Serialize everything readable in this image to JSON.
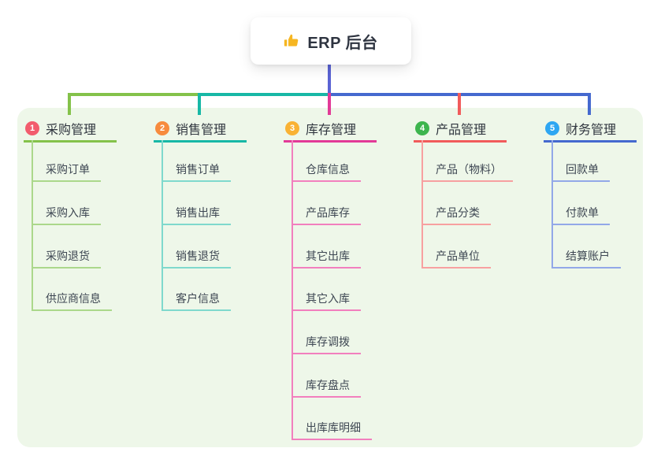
{
  "root": {
    "icon": "thumbs-up",
    "icon_color": "#f6b622",
    "title": "ERP 后台"
  },
  "colors": {
    "canvas_bg": "#ffffff",
    "panel_bg": "#eef7e9",
    "trunk_line": "#5a63d4",
    "root_text": "#2e3440",
    "item_text": "#3e4753"
  },
  "branches": [
    {
      "num": "1",
      "label": "采购管理",
      "circle_color": "#f25c6d",
      "line_color": "#84c24a",
      "item_line_color": "#abd88b",
      "items": [
        "采购订单",
        "采购入库",
        "采购退货",
        "供应商信息"
      ]
    },
    {
      "num": "2",
      "label": "销售管理",
      "circle_color": "#f78b3d",
      "line_color": "#17b8a6",
      "item_line_color": "#7fd9cd",
      "items": [
        "销售订单",
        "销售出库",
        "销售退货",
        "客户信息"
      ]
    },
    {
      "num": "3",
      "label": "库存管理",
      "circle_color": "#f9b234",
      "line_color": "#e23a97",
      "item_line_color": "#f27fbe",
      "items": [
        "仓库信息",
        "产品库存",
        "其它出库",
        "其它入库",
        "库存调拨",
        "库存盘点",
        "出库库明细"
      ]
    },
    {
      "num": "4",
      "label": "产品管理",
      "circle_color": "#3db54e",
      "line_color": "#f15b5b",
      "item_line_color": "#f7a0a0",
      "items": [
        "产品（物料）",
        "产品分类",
        "产品单位"
      ]
    },
    {
      "num": "5",
      "label": "财务管理",
      "circle_color": "#2ea6f2",
      "line_color": "#4569cf",
      "item_line_color": "#92a8e8",
      "items": [
        "回款单",
        "付款单",
        "结算账户"
      ]
    }
  ]
}
